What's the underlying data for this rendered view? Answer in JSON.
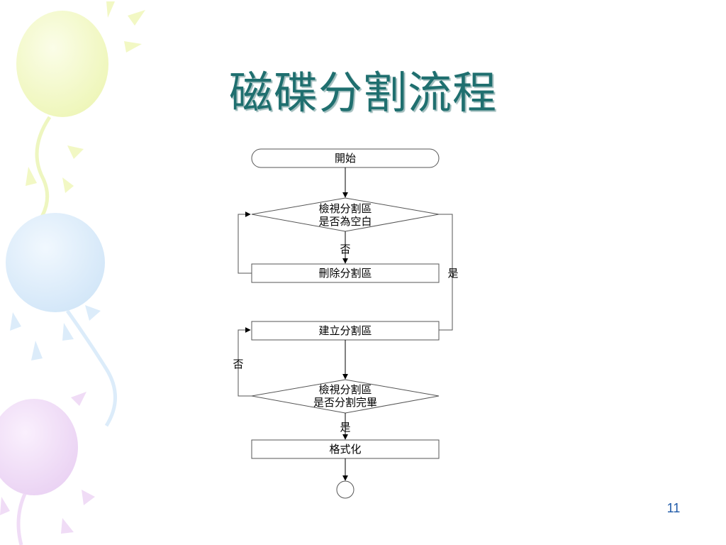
{
  "slide": {
    "title": "磁碟分割流程",
    "page_number": "11"
  },
  "flowchart": {
    "start": "開始",
    "decision1": {
      "line1": "檢視分割區",
      "line2": "是否為空白"
    },
    "decision1_no": "否",
    "decision1_yes": "是",
    "delete_step": "刪除分割區",
    "create_step": "建立分割區",
    "decision2": {
      "line1": "檢視分割區",
      "line2": "是否分割完畢"
    },
    "decision2_no": "否",
    "decision2_yes": "是",
    "format_step": "格式化"
  },
  "colors": {
    "title": "#1f6f6f",
    "page_number": "#1f5aa8",
    "balloon_yellow": "#f2f8c8",
    "balloon_blue": "#dcecfa",
    "balloon_purple": "#f0dcf6"
  }
}
